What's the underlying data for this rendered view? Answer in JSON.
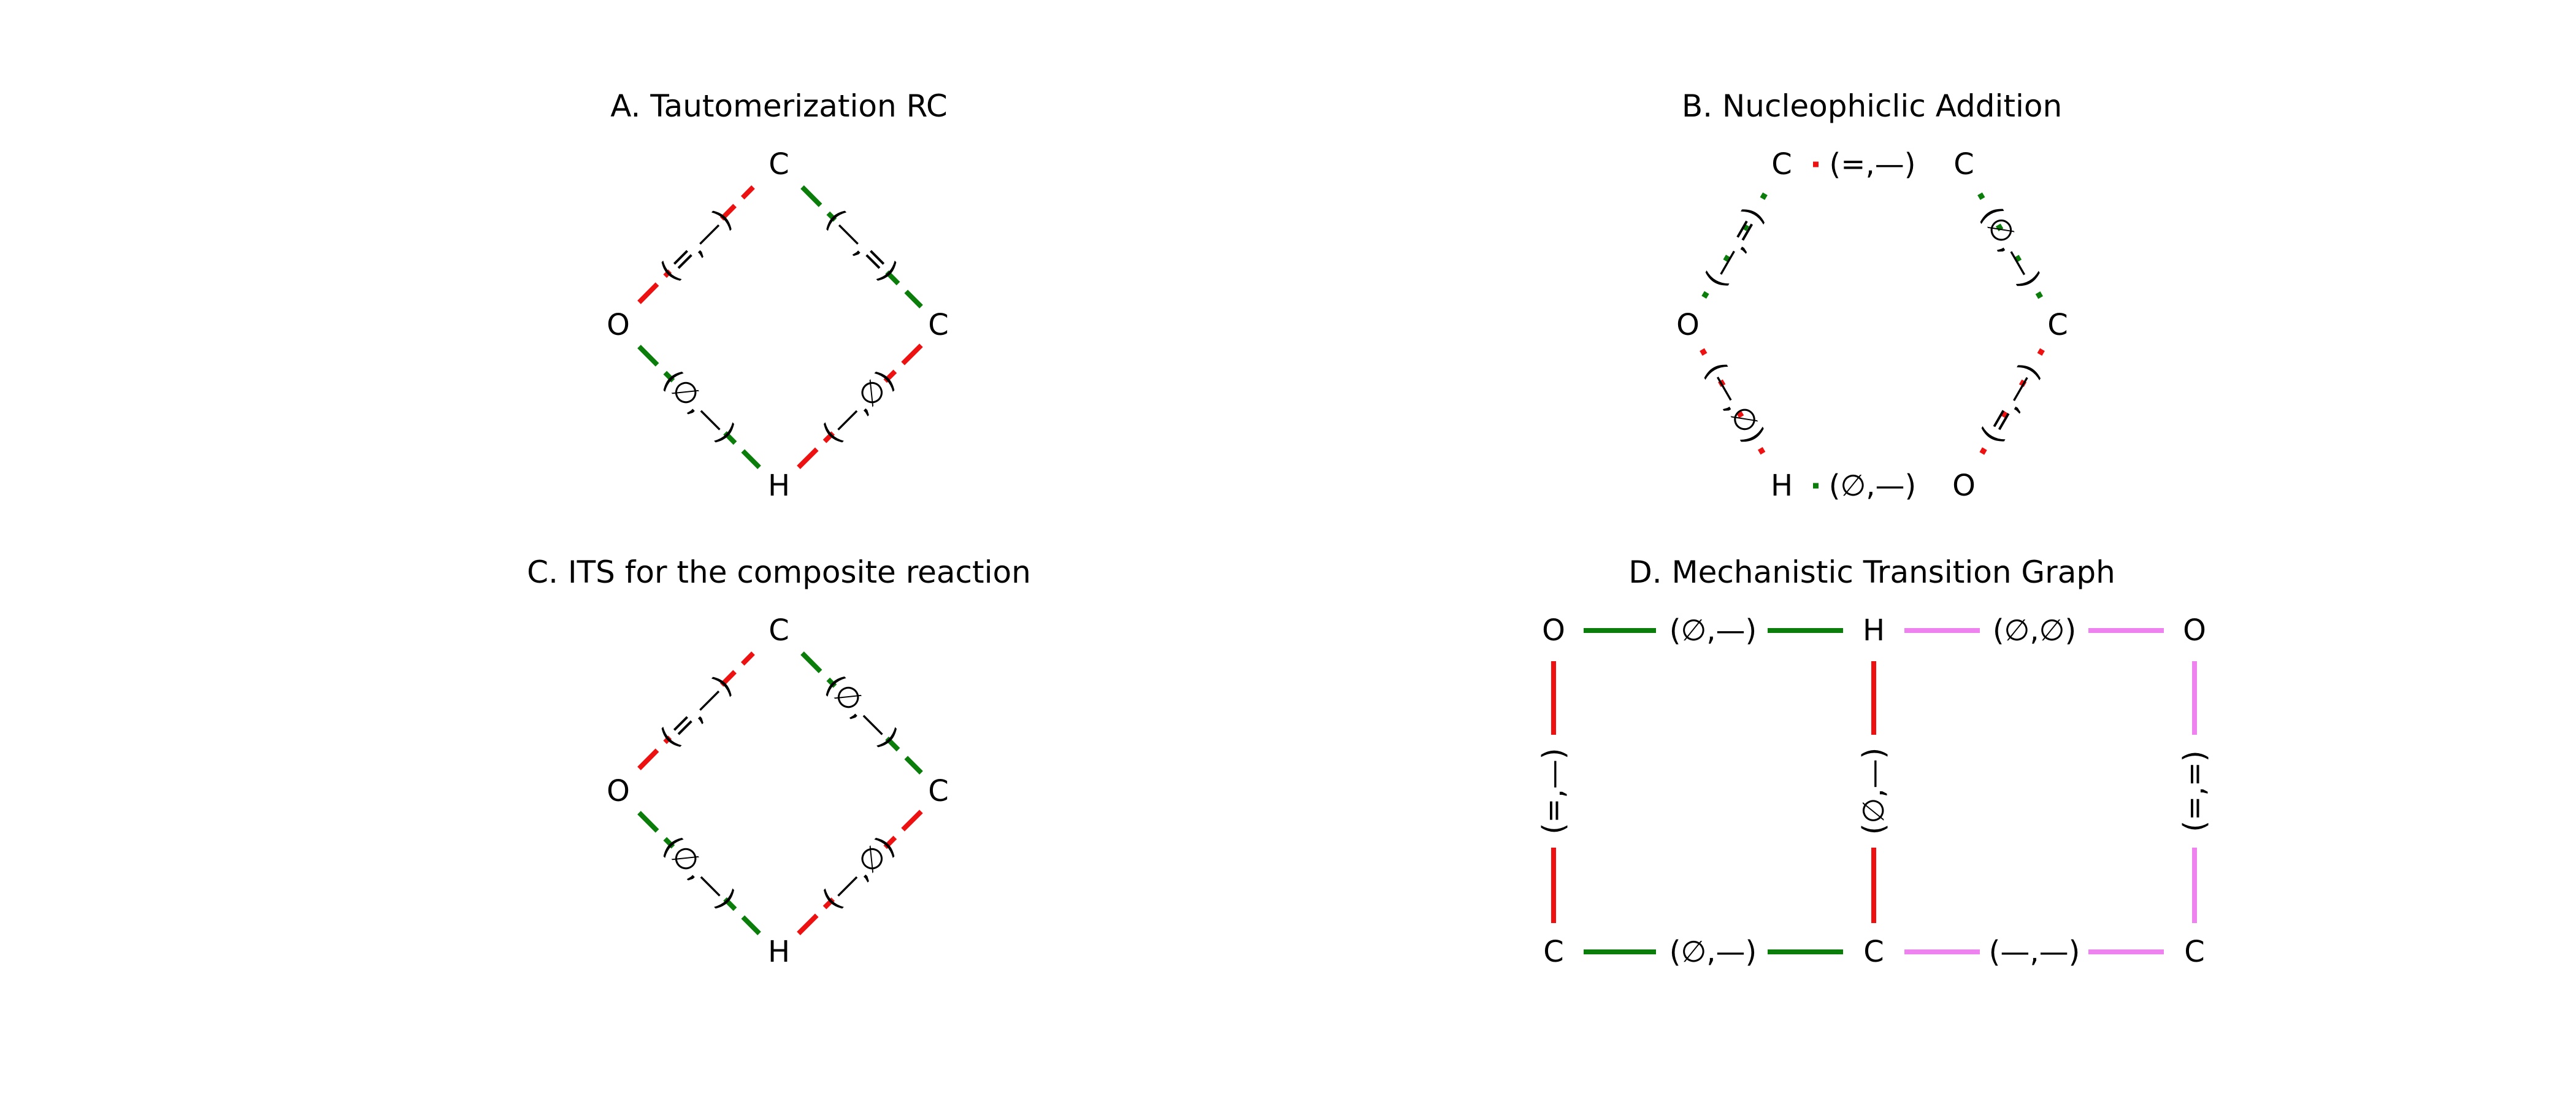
{
  "colors": {
    "red": "#ee1111",
    "green": "#0a7d0a",
    "violet": "#ee82ee"
  },
  "panels": [
    {
      "id": "a",
      "title": "A. Tautomerization RC",
      "nodes": {
        "c_top": "C",
        "o_left": "O",
        "c_right": "C",
        "h_bottom": "H"
      },
      "edges": [
        {
          "id": "o-c",
          "label": "(=,—)",
          "color": "red",
          "style": "dashed"
        },
        {
          "id": "c-c",
          "label": "(—,=)",
          "color": "green",
          "style": "dashed"
        },
        {
          "id": "o-h",
          "label": "(∅,—)",
          "color": "green",
          "style": "dashed"
        },
        {
          "id": "h-c",
          "label": "(—,∅)",
          "color": "red",
          "style": "dashed"
        }
      ]
    },
    {
      "id": "b",
      "title": "B. Nucleophiclic Addition",
      "nodes": {
        "c_top_left": "C",
        "c_top_right": "C",
        "o_left": "O",
        "c_right": "C",
        "h_bottom_left": "H",
        "o_bottom_right": "O"
      },
      "edges": [
        {
          "id": "c-c-top",
          "label": "(=,—)",
          "color": "red",
          "style": "dotted"
        },
        {
          "id": "o-c",
          "label": "(—,=)",
          "color": "green",
          "style": "dotted"
        },
        {
          "id": "c-c-right",
          "label": "(∅,—)",
          "color": "green",
          "style": "dotted"
        },
        {
          "id": "o-h",
          "label": "(—,∅)",
          "color": "red",
          "style": "dotted"
        },
        {
          "id": "c-o",
          "label": "(=,—)",
          "color": "red",
          "style": "dotted"
        },
        {
          "id": "h-o",
          "label": "(∅,—)",
          "color": "green",
          "style": "dotted"
        }
      ]
    },
    {
      "id": "c",
      "title": "C. ITS for the composite reaction",
      "nodes": {
        "c_top": "C",
        "o_left": "O",
        "c_right": "C",
        "h_bottom": "H"
      },
      "edges": [
        {
          "id": "o-c",
          "label": "(=,—)",
          "color": "red",
          "style": "dashed"
        },
        {
          "id": "c-c",
          "label": "(∅,—)",
          "color": "green",
          "style": "dashed"
        },
        {
          "id": "o-h",
          "label": "(∅,—)",
          "color": "green",
          "style": "dashed"
        },
        {
          "id": "h-c",
          "label": "(—,∅)",
          "color": "red",
          "style": "dashed"
        }
      ]
    },
    {
      "id": "d",
      "title": "D. Mechanistic Transition Graph",
      "nodes": {
        "o_top_left": "O",
        "h_top_mid": "H",
        "o_top_right": "O",
        "c_bottom_left": "C",
        "c_bottom_mid": "C",
        "c_bottom_right": "C"
      },
      "edges": [
        {
          "id": "o-h-top",
          "label": "(∅,—)",
          "color": "green",
          "style": "solid"
        },
        {
          "id": "h-o-top",
          "label": "(∅,∅)",
          "color": "violet",
          "style": "solid"
        },
        {
          "id": "o-c-left",
          "label": "(=,—)",
          "color": "red",
          "style": "solid"
        },
        {
          "id": "h-c-mid",
          "label": "(∅,—)",
          "color": "red",
          "style": "solid"
        },
        {
          "id": "o-c-right",
          "label": "(=,=)",
          "color": "violet",
          "style": "solid"
        },
        {
          "id": "c-c-bottom-left",
          "label": "(∅,—)",
          "color": "green",
          "style": "solid"
        },
        {
          "id": "c-c-bottom-right",
          "label": "(—,—)",
          "color": "violet",
          "style": "solid"
        }
      ]
    }
  ]
}
